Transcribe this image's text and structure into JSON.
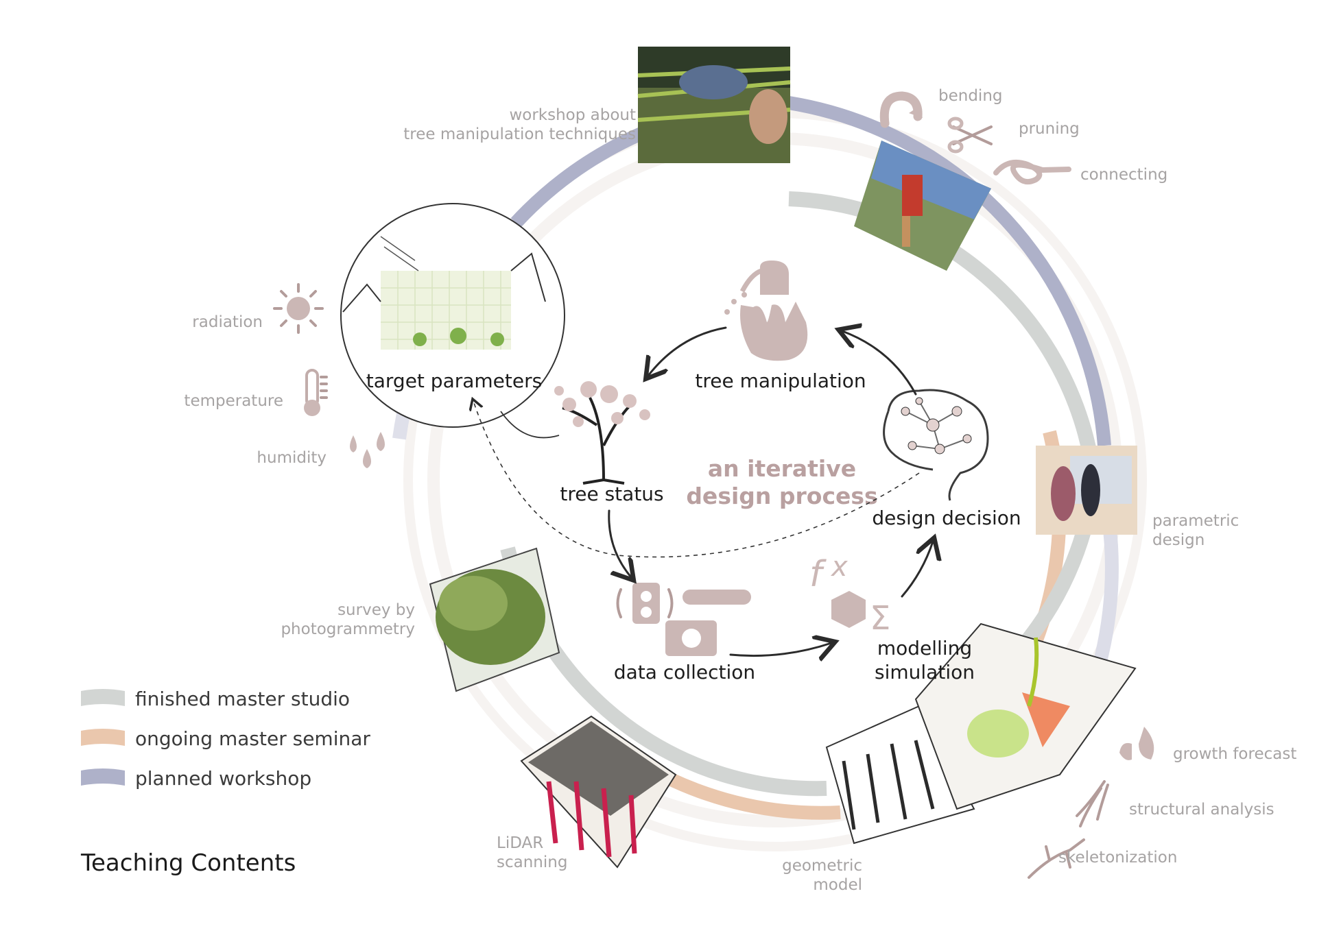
{
  "colors": {
    "finished": "#d2d5d3",
    "ongoing": "#eac7ad",
    "planned": "#aeb1c9",
    "accent_pink": "#b9a0a0",
    "icon": "#cbb7b5"
  },
  "center": {
    "title_line1": "an iterative",
    "title_line2": "design process"
  },
  "process": {
    "target_parameters": "target parameters",
    "tree_manipulation": "tree manipulation",
    "tree_status": "tree status",
    "design_decision": "design decision",
    "data_collection": "data collection",
    "modelling": "modelling",
    "simulation": "simulation"
  },
  "topics": {
    "workshop_line1": "workshop about",
    "workshop_line2": "tree manipulation techniques",
    "bending": "bending",
    "pruning": "pruning",
    "connecting": "connecting",
    "radiation": "radiation",
    "temperature": "temperature",
    "humidity": "humidity",
    "parametric_line1": "parametric",
    "parametric_line2": "design",
    "survey_line1": "survey by",
    "survey_line2": "photogrammetry",
    "growth_forecast": "growth forecast",
    "structural_analysis": "structural analysis",
    "skeletonization": "skeletonization",
    "lidar_line1": "LiDAR",
    "lidar_line2": "scanning",
    "geometric_line1": "geometric",
    "geometric_line2": "model"
  },
  "legend": {
    "title": "Teaching Contents",
    "items": [
      {
        "label": "finished master studio",
        "color": "#d2d5d3"
      },
      {
        "label": "ongoing master seminar",
        "color": "#eac7ad"
      },
      {
        "label": "planned workshop",
        "color": "#aeb1c9"
      }
    ]
  },
  "icons": [
    "sun-icon",
    "thermometer-icon",
    "drops-icon",
    "bend-arrow-icon",
    "scissors-icon",
    "knot-icon",
    "tree-icon",
    "hands-watering-icon",
    "brain-network-icon",
    "sensors-camera-icon",
    "function-cube-icon",
    "flame-icon",
    "root-icon",
    "branch-icon"
  ]
}
